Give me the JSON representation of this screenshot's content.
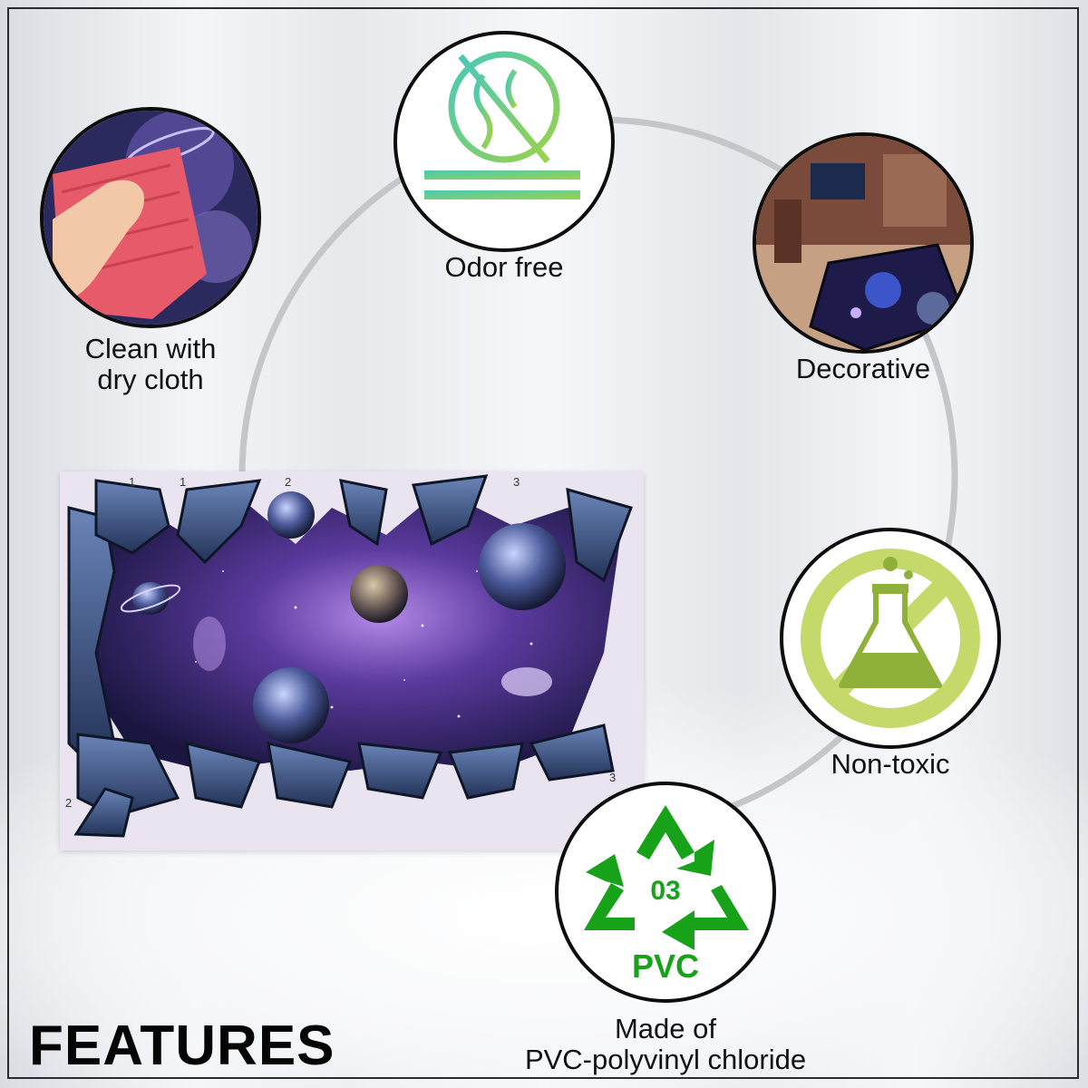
{
  "features": [
    {
      "id": "clean",
      "label_lines": [
        "Clean with",
        "dry cloth"
      ]
    },
    {
      "id": "odor",
      "label_lines": [
        "Odor free"
      ]
    },
    {
      "id": "decorative",
      "label_lines": [
        "Decorative"
      ]
    },
    {
      "id": "nontoxic",
      "label_lines": [
        "Non-toxic"
      ]
    },
    {
      "id": "pvc",
      "label_lines": [
        "Made of",
        "PVC-polyvinyl chloride"
      ],
      "badge_code": "03",
      "badge_text": "PVC"
    }
  ],
  "sticker": {
    "part_numbers": [
      "1",
      "1",
      "2",
      "3",
      "2",
      "3"
    ]
  },
  "title": "FEATURES",
  "colors": {
    "recycle_green": "#17a21a",
    "flask_green": "#8fb13a",
    "odor_teal": "#49c9b8",
    "odor_green": "#9bd24a",
    "ring_gray": "#c9cbce"
  }
}
